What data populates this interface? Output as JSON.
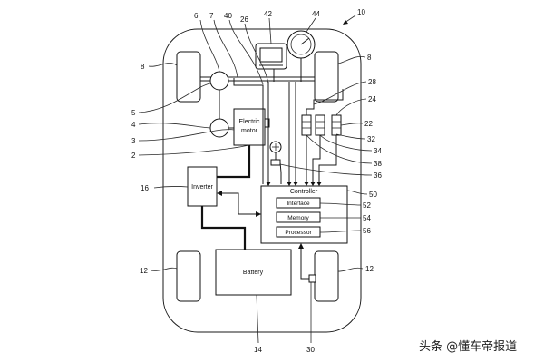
{
  "figure": {
    "ref_numbers": {
      "vehicle": "10",
      "motor_shaft": "6",
      "front_axle": "7",
      "display": "42",
      "gauge": "44",
      "wire_a": "40",
      "wire_b": "26",
      "front_wheel_left": "8",
      "front_wheel_right": "8",
      "gear_top": "5",
      "gear_bottom": "4",
      "motor_housing": "3",
      "motor_line": "2",
      "sensor_28": "28",
      "sensor_24": "24",
      "sensor_22": "22",
      "sensor_32": "32",
      "sensor_34": "34",
      "sensor_38": "38",
      "sensor_36": "36",
      "inverter": "16",
      "controller": "50",
      "interface": "52",
      "memory": "54",
      "processor": "56",
      "rear_wheel_left": "12",
      "rear_wheel_right": "12",
      "battery": "14",
      "charge_port": "30"
    },
    "labels": {
      "electric_motor_line1": "Electric",
      "electric_motor_line2": "motor",
      "inverter": "Inverter",
      "controller": "Controller",
      "interface": "Interface",
      "memory": "Memory",
      "processor": "Processor",
      "battery": "Battery"
    }
  },
  "watermark": {
    "text": "头条 @懂车帝报道"
  }
}
